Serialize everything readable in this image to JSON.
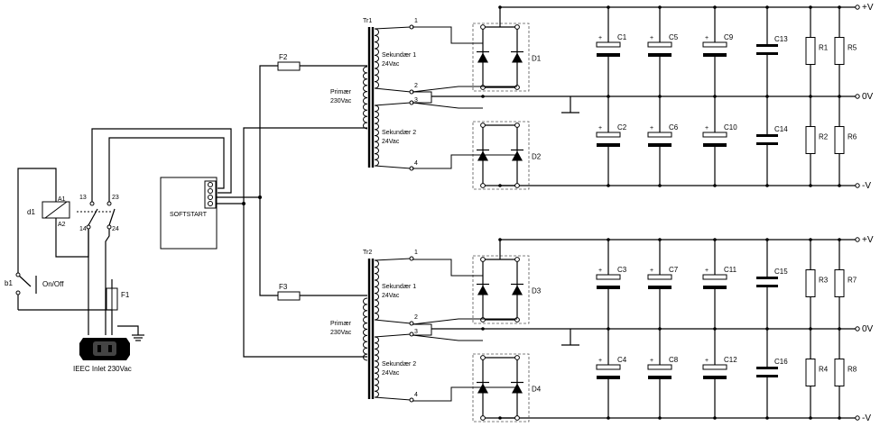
{
  "labels": {
    "tr1": "Tr1",
    "tr2": "Tr2",
    "sec1": "Sekundær 1",
    "sec2": "Sekundær 2",
    "sec_v": "24Vac",
    "prim": "Primær",
    "prim_v": "230Vac",
    "f1": "F1",
    "f2": "F2",
    "f3": "F3",
    "d1": "D1",
    "d2": "D2",
    "d3": "D3",
    "d4": "D4",
    "softstart": "SOFTSTART",
    "relay": "d1",
    "a1": "A1",
    "a2": "A2",
    "c13": "13",
    "c14": "14",
    "c23": "23",
    "c24": "24",
    "b1": "b1",
    "onoff": "On/Off",
    "inlet": "IEEC Inlet 230Vac",
    "pos": "+V",
    "zero": "0V",
    "neg": "-V",
    "pin1": "1",
    "pin2": "2",
    "pin3": "3",
    "pin4": "4",
    "upper_caps_top": [
      "C1",
      "C5",
      "C9",
      "C13"
    ],
    "upper_caps_bot": [
      "C2",
      "C6",
      "C10",
      "C14"
    ],
    "lower_caps_top": [
      "C3",
      "C7",
      "C11",
      "C15"
    ],
    "lower_caps_bot": [
      "C4",
      "C8",
      "C12",
      "C16"
    ],
    "upper_res_top": [
      "R1",
      "R5"
    ],
    "upper_res_bot": [
      "R2",
      "R6"
    ],
    "lower_res_top": [
      "R3",
      "R7"
    ],
    "lower_res_bot": [
      "R4",
      "R8"
    ],
    "plus": "+"
  }
}
